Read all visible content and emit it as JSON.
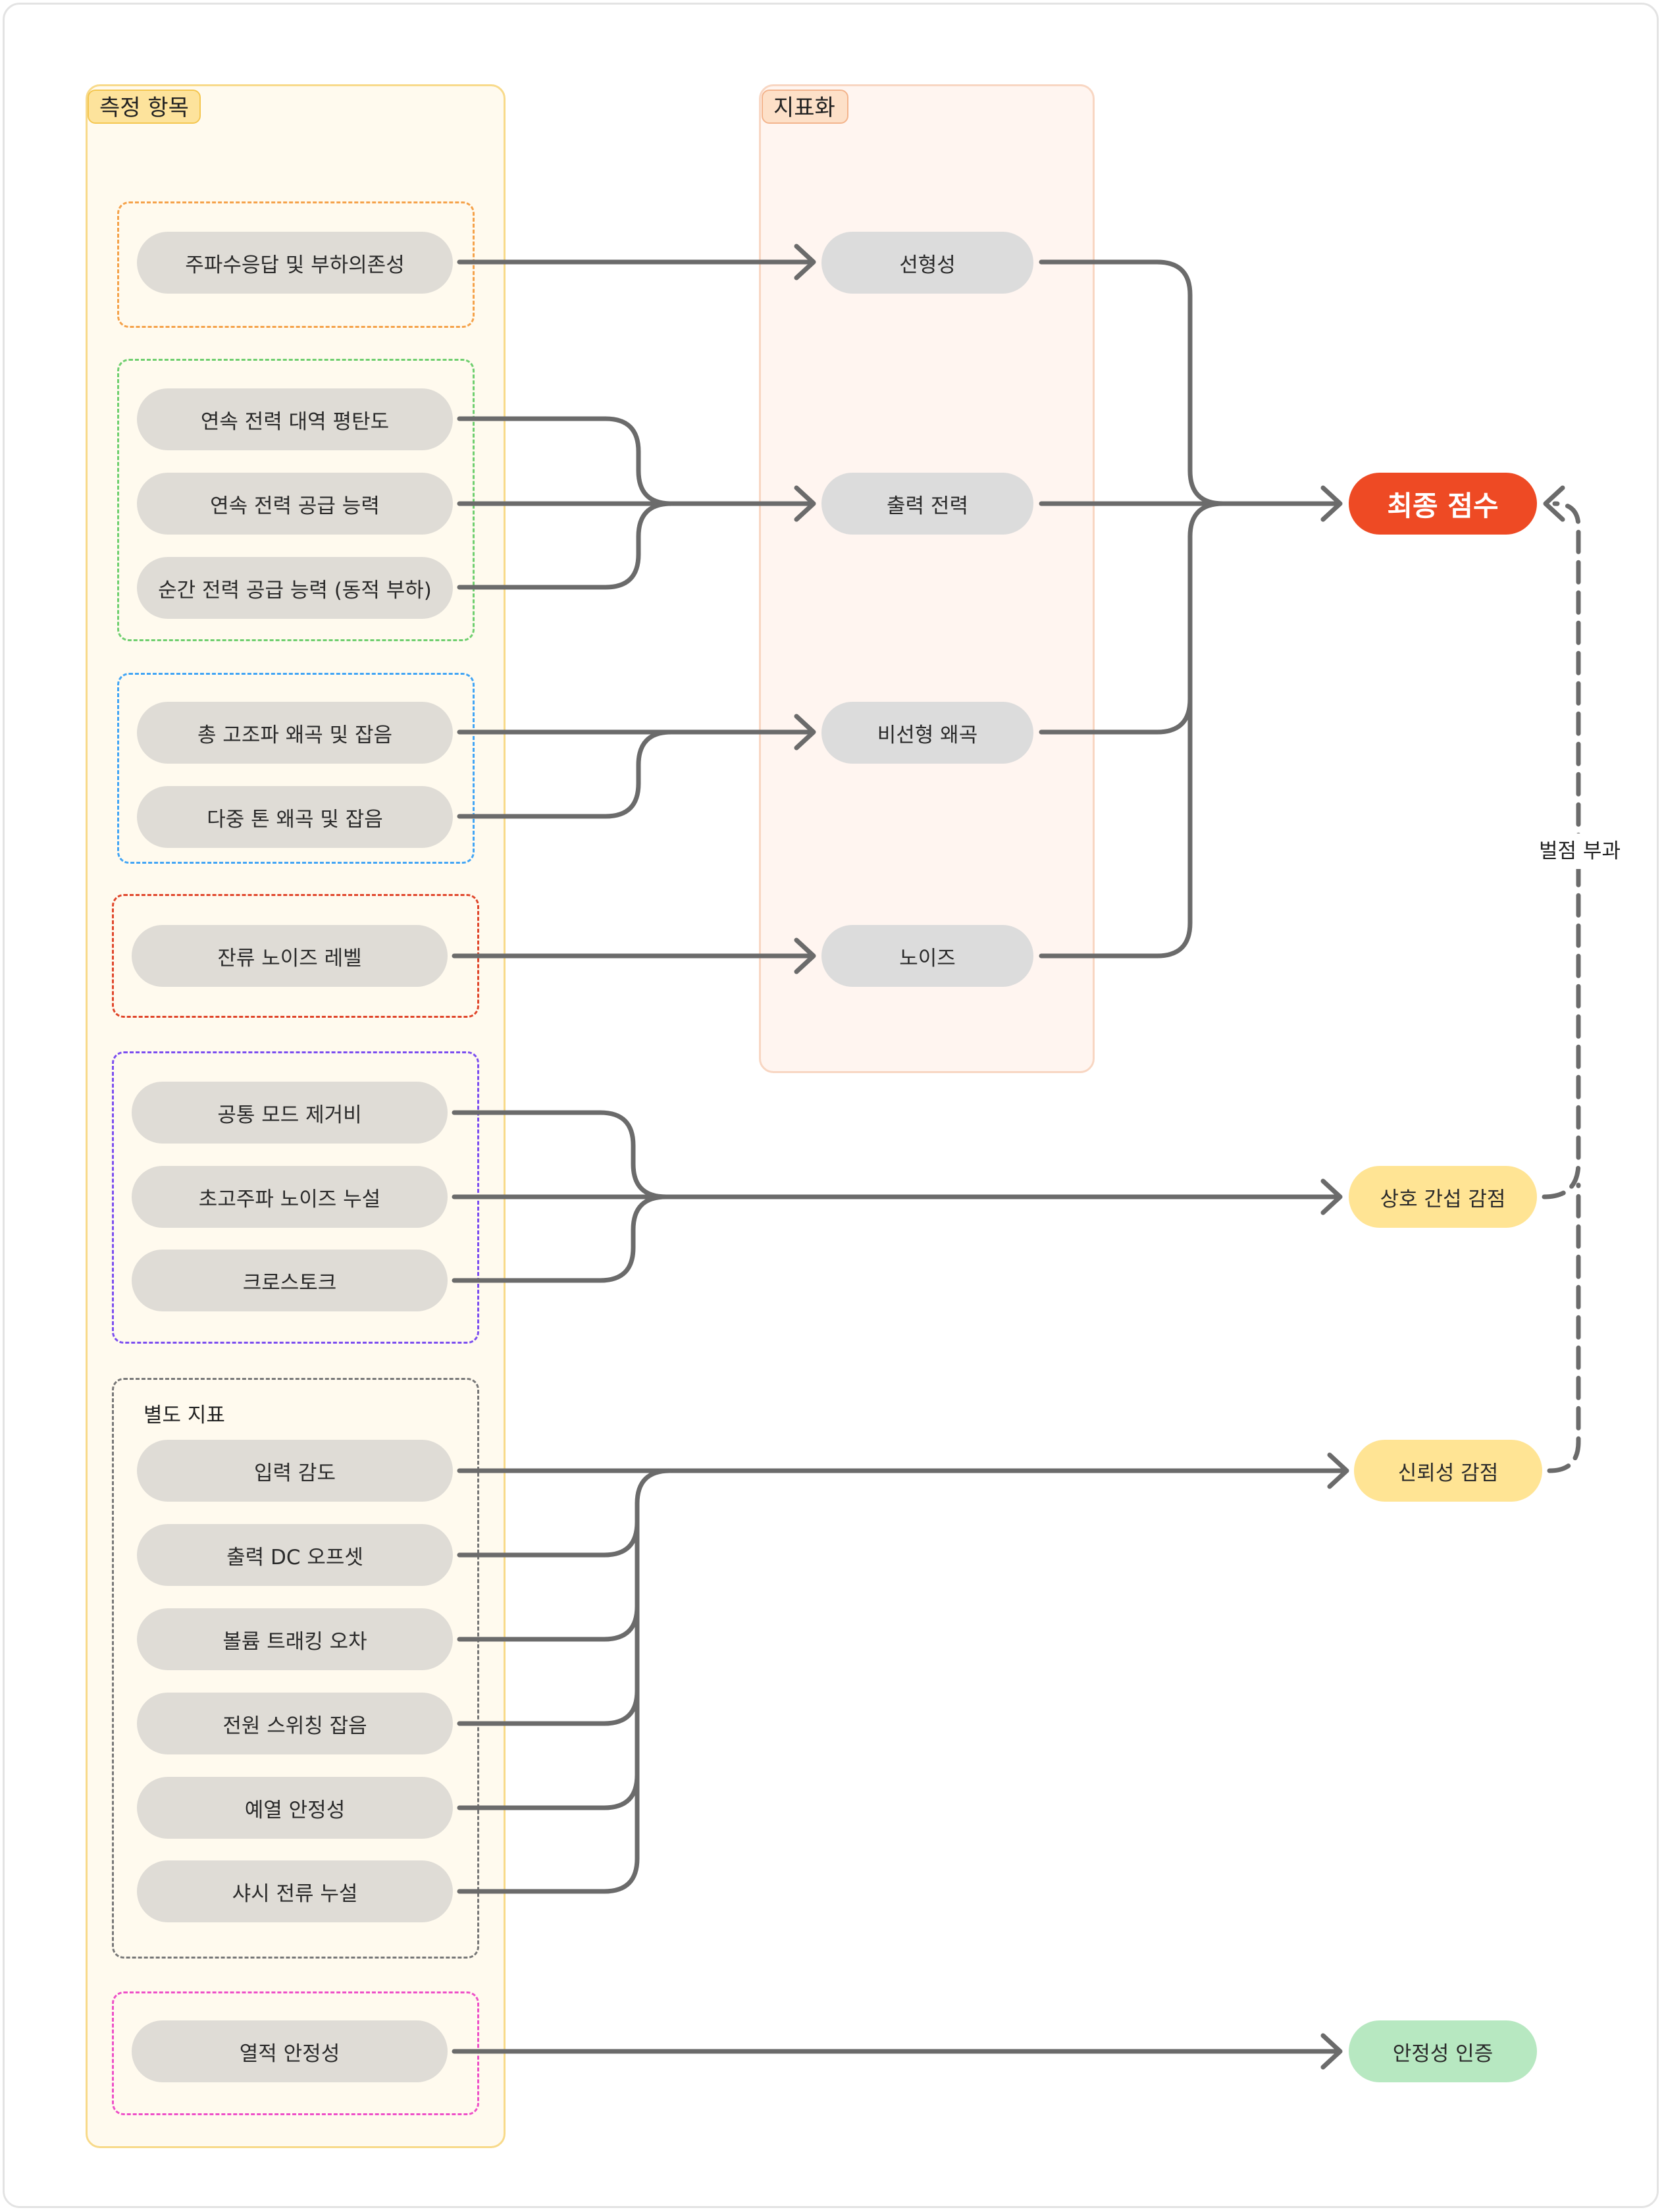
{
  "panels": {
    "measure_title": "측정 항목",
    "metric_title": "지표화",
    "separate_group_label": "별도 지표"
  },
  "measurements": {
    "freq_response": "주파수응답 및 부하의존성",
    "cont_power_flatness": "연속 전력 대역 평탄도",
    "cont_power_supply": "연속 전력 공급 능력",
    "inst_power_supply": "순간 전력 공급 능력 (동적 부하)",
    "thd_noise": "총 고조파 왜곡 및 잡음",
    "imd_noise": "다중 톤 왜곡 및 잡음",
    "residual_noise": "잔류 노이즈 레벨",
    "cmrr": "공통 모드 제거비",
    "ultrasonic_leak": "초고주파 노이즈 누설",
    "crosstalk": "크로스토크",
    "input_sensitivity": "입력 감도",
    "dc_offset": "출력 DC 오프셋",
    "volume_tracking": "볼륨 트래킹 오차",
    "switching_noise": "전원 스위칭 잡음",
    "preheat_stability": "예열 안정성",
    "chassis_leak": "샤시 전류 누설",
    "thermal_stability": "열적 안정성"
  },
  "metrics": {
    "linearity": "선형성",
    "output_power": "출력 전력",
    "nonlinear_distortion": "비선형 왜곡",
    "noise": "노이즈"
  },
  "outcomes": {
    "final_score": "최종 점수",
    "interference_deduction": "상호 간섭 감점",
    "reliability_deduction": "신뢰성 감점",
    "stability_cert": "안정성 인증"
  },
  "edge_labels": {
    "penalty": "벌점 부과"
  },
  "colors": {
    "final": "#ee4a24",
    "deduction": "#ffe494",
    "certification": "#b7e8c1",
    "edge": "#6b6b6b",
    "group_orange": "#f5a24a",
    "group_green": "#6fcf6f",
    "group_blue": "#42a5f5",
    "group_red": "#e0452a",
    "group_purple": "#7b4df0",
    "group_gray": "#777777",
    "group_pink": "#ee4fc8"
  }
}
